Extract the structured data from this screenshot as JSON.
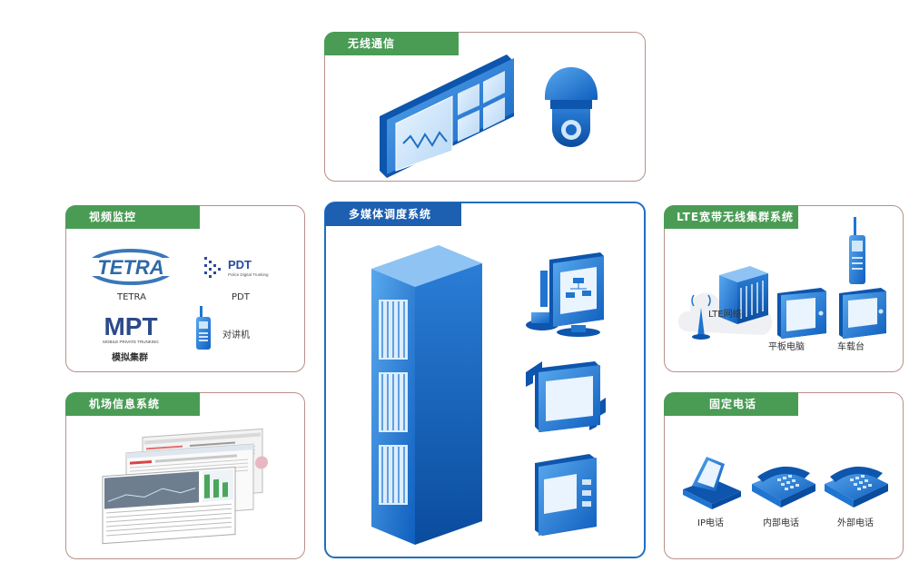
{
  "panels": {
    "wireless": {
      "title": "无线通信"
    },
    "video": {
      "title": "视频监控",
      "items": [
        {
          "logo": "TETRA",
          "label": "TETRA"
        },
        {
          "logo": "PDT",
          "logo_sub": "Police Digital Trunking",
          "label": "PDT"
        },
        {
          "logo": "MPT",
          "logo_sub": "MOBILE PRIVATE TRUNKING",
          "label": "模拟集群"
        },
        {
          "label": "对讲机"
        }
      ]
    },
    "airport": {
      "title": "机场信息系统"
    },
    "multimedia": {
      "title": "多媒体调度系统"
    },
    "lte": {
      "title": "LTE宽带无线集群系统",
      "items": [
        {
          "label": "LTE网络"
        },
        {
          "label": "平板电脑"
        },
        {
          "label": "车载台"
        }
      ]
    },
    "phone": {
      "title": "固定电话",
      "items": [
        {
          "label": "IP电话"
        },
        {
          "label": "内部电话"
        },
        {
          "label": "外部电话"
        }
      ]
    }
  },
  "colors": {
    "green_tag": "#4a9c55",
    "blue_tag": "#1d5fb0",
    "device_blue": "#1f75d0",
    "border": "#b98f8a"
  },
  "icons": [
    "video-wall-icon",
    "dome-camera-icon",
    "server-rack-icon",
    "dispatch-console-icon",
    "tablet-icon",
    "handheld-terminal-icon",
    "walkie-talkie-icon",
    "lte-base-station-icon",
    "vehicle-radio-icon",
    "ip-phone-icon",
    "desk-phone-icon",
    "airport-screens-icon"
  ]
}
